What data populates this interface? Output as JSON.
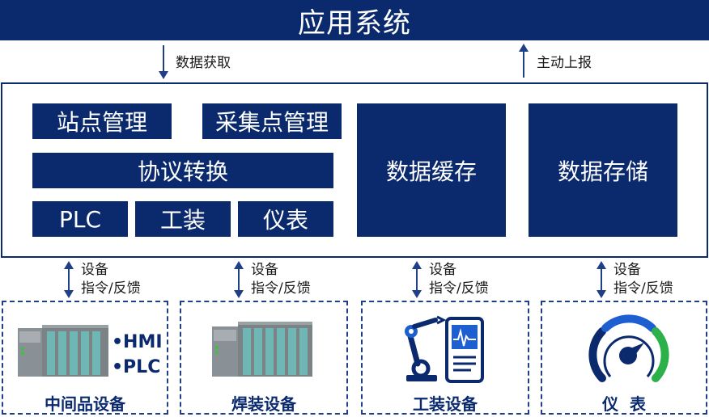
{
  "system_title": "应用系统",
  "upper_flows": {
    "left": "数据获取",
    "right": "主动上报"
  },
  "modules": {
    "site_mgmt": "站点管理",
    "collect_mgmt": "采集点管理",
    "protocol": "协议转换",
    "plc": "PLC",
    "tooling": "工装",
    "meter": "仪表",
    "cache": "数据缓存",
    "storage": "数据存储"
  },
  "device_links": [
    {
      "line1": "设备",
      "line2": "指令/反馈"
    },
    {
      "line1": "设备",
      "line2": "指令/反馈"
    },
    {
      "line1": "设备",
      "line2": "指令/反馈"
    },
    {
      "line1": "设备",
      "line2": "指令/反馈"
    }
  ],
  "devices": [
    {
      "label": "中间品设备",
      "bullets": [
        "•HMI",
        "•PLC"
      ]
    },
    {
      "label": "焊装设备"
    },
    {
      "label": "工装设备"
    },
    {
      "label": "仪  表"
    }
  ],
  "colors": {
    "navy": "#0b2a6e",
    "accent_blue": "#1d5fd0",
    "accent_green": "#2bb04a",
    "plc_gray": "#8a9196",
    "plc_teal": "#6fb7b5"
  }
}
